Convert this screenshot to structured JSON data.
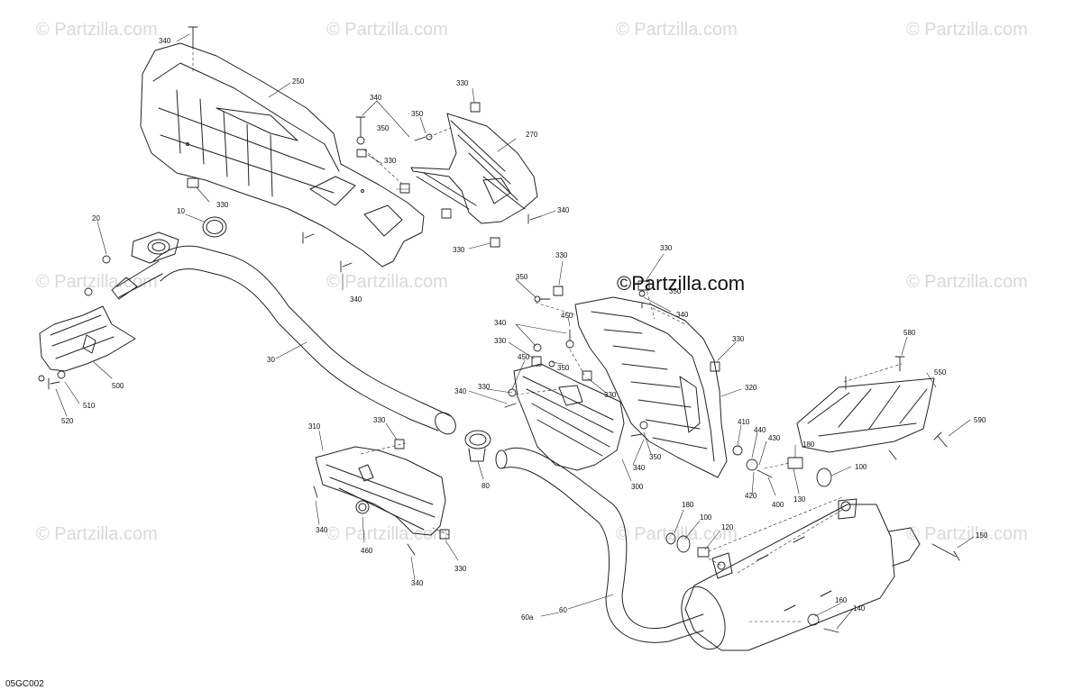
{
  "watermark": "© Partzilla.com",
  "brand_watermark": "©Partzilla.com",
  "diagram_code": "05GC002",
  "callouts": {
    "c340_top": "340",
    "c250": "250",
    "c340_b": "340",
    "c350_a": "350",
    "c350_b": "350",
    "c330_a": "330",
    "c270": "270",
    "c330_b": "330",
    "c330_c": "330",
    "c340_c": "340",
    "c330_d": "330",
    "c20": "20",
    "c10": "10",
    "c340_d": "340",
    "c30": "30",
    "c500": "500",
    "c510": "510",
    "c520": "520",
    "c330_e": "330",
    "c330_f": "330",
    "c350_c": "350",
    "c350_d": "350",
    "c340_e": "340",
    "c340_f": "340",
    "c450_a": "450",
    "c330_g": "330",
    "c350_e": "350",
    "c450_b": "450",
    "c330_h": "330",
    "c340_g": "340",
    "c330_i": "330",
    "c330_j": "330",
    "c320": "320",
    "c580": "580",
    "c550": "550",
    "c590": "590",
    "c310": "310",
    "c330_k": "330",
    "c80": "80",
    "c300": "300",
    "c340_h": "340",
    "c350_f": "350",
    "c410": "410",
    "c440": "440",
    "c430": "430",
    "c180_a": "180",
    "c100_a": "100",
    "c420": "420",
    "c400": "400",
    "c130": "130",
    "c340_i": "340",
    "c460": "460",
    "c330_l": "330",
    "c340_j": "340",
    "c180_b": "180",
    "c100_b": "100",
    "c120": "120",
    "c150": "150",
    "c60a": "60a",
    "c60": "60",
    "c160": "160",
    "c140": "140"
  },
  "colors": {
    "line": "#222222",
    "watermark": "#d9d9d9",
    "background": "#ffffff"
  }
}
